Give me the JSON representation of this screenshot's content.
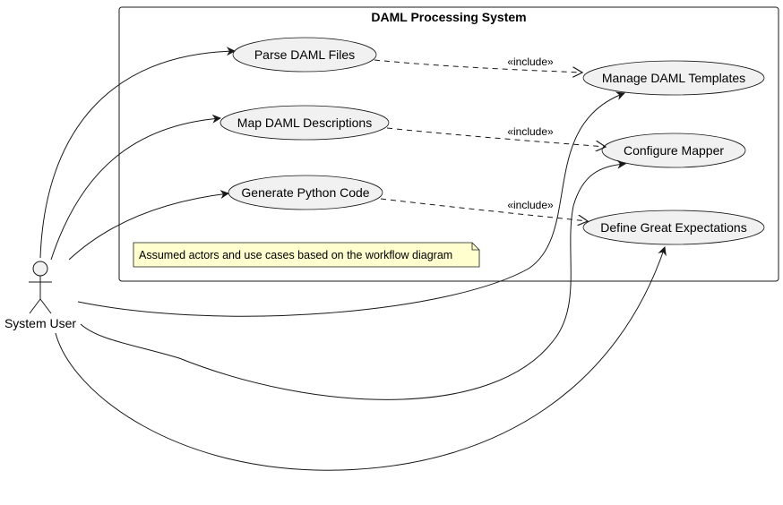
{
  "boundary": {
    "title": "DAML Processing System"
  },
  "actor": {
    "label": "System User"
  },
  "use_cases": {
    "parse": "Parse DAML Files",
    "map": "Map DAML Descriptions",
    "generate": "Generate Python Code",
    "templates": "Manage DAML Templates",
    "mapper": "Configure Mapper",
    "expectations": "Define Great Expectations"
  },
  "relations": {
    "include_1": "«include»",
    "include_2": "«include»",
    "include_3": "«include»"
  },
  "note": {
    "text": "Assumed actors and use cases based on the workflow diagram"
  },
  "colors": {
    "use_case_fill": "#f1f1f1",
    "note_fill": "#fefece",
    "line": "#181818"
  }
}
